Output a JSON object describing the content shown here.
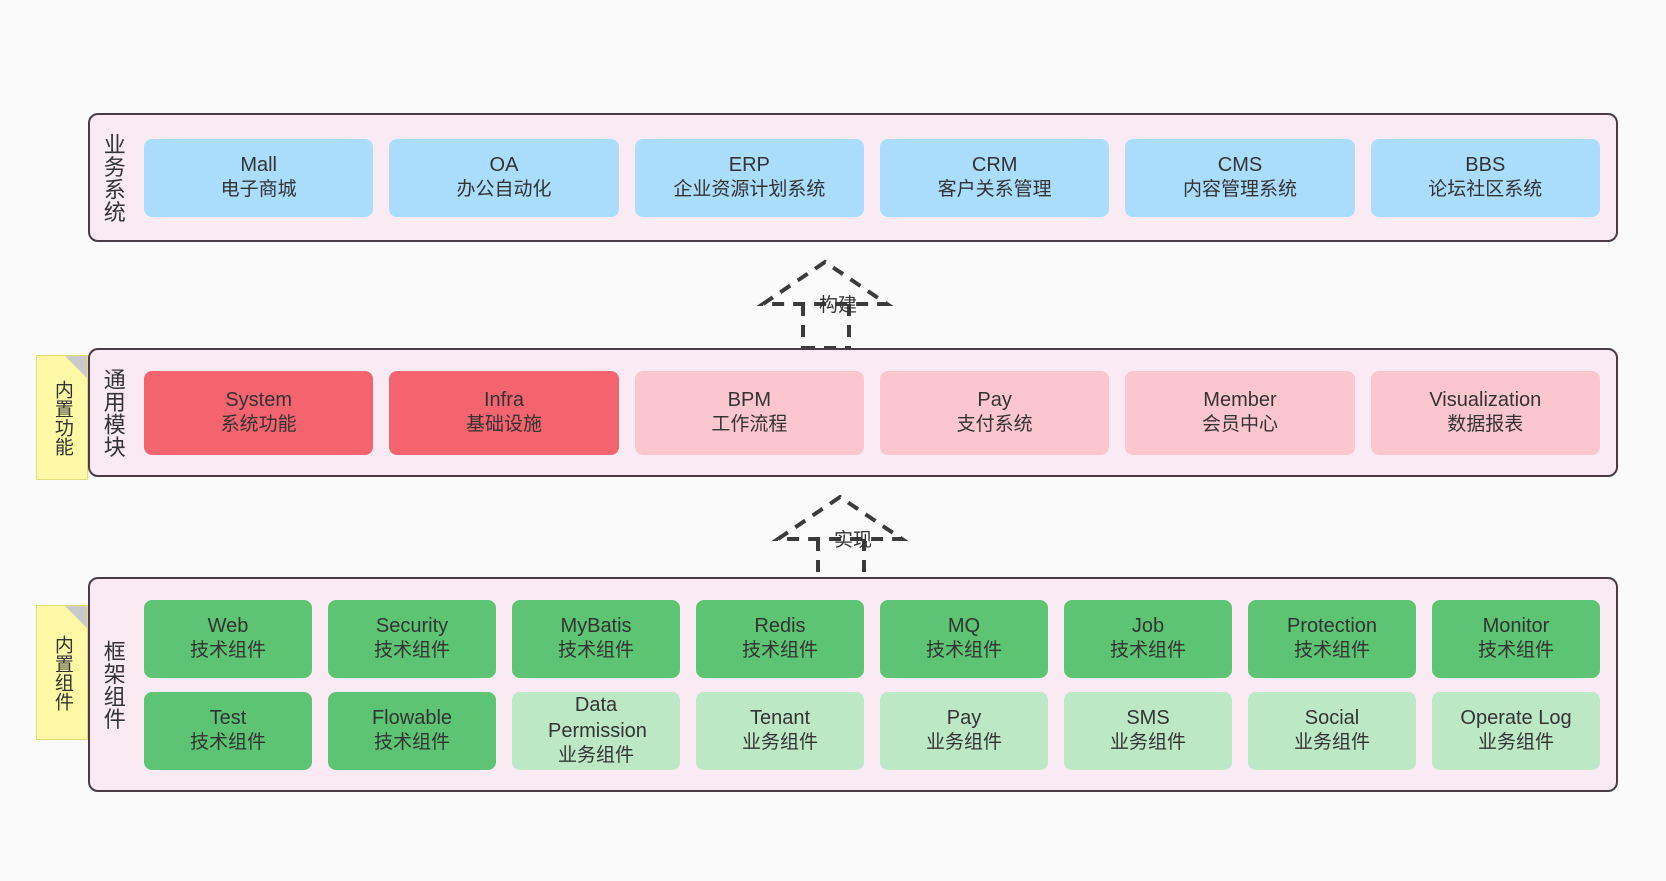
{
  "diagram": {
    "title": "",
    "colors": {
      "layer_bg": "#faeaf4",
      "layer_border": "#4a3b44",
      "blue": "#aadcfb",
      "red": "#f4646e",
      "pink": "#fcc6ce",
      "green": "#5cc472",
      "light_green": "#bce8c5",
      "sticky": "#fcf8a5",
      "page_bg": "#fafafa"
    }
  },
  "layers": [
    {
      "id": "business",
      "label": "业务系统",
      "rows": [
        {
          "nodes": [
            {
              "name": "Mall",
              "sub": "电子商城",
              "color": "blue"
            },
            {
              "name": "OA",
              "sub": "办公自动化",
              "color": "blue"
            },
            {
              "name": "ERP",
              "sub": "企业资源计划系统",
              "color": "blue"
            },
            {
              "name": "CRM",
              "sub": "客户关系管理",
              "color": "blue"
            },
            {
              "name": "CMS",
              "sub": "内容管理系统",
              "color": "blue"
            },
            {
              "name": "BBS",
              "sub": "论坛社区系统",
              "color": "blue"
            }
          ]
        }
      ]
    },
    {
      "id": "common-module",
      "label": "通用模块",
      "sticky": "内置功能",
      "rows": [
        {
          "nodes": [
            {
              "name": "System",
              "sub": "系统功能",
              "color": "red"
            },
            {
              "name": "Infra",
              "sub": "基础设施",
              "color": "red"
            },
            {
              "name": "BPM",
              "sub": "工作流程",
              "color": "pink"
            },
            {
              "name": "Pay",
              "sub": "支付系统",
              "color": "pink"
            },
            {
              "name": "Member",
              "sub": "会员中心",
              "color": "pink"
            },
            {
              "name": "Visualization",
              "sub": "数据报表",
              "color": "pink"
            }
          ]
        }
      ]
    },
    {
      "id": "framework-component",
      "label": "框架组件",
      "sticky": "内置组件",
      "rows": [
        {
          "nodes": [
            {
              "name": "Web",
              "sub": "技术组件",
              "color": "green"
            },
            {
              "name": "Security",
              "sub": "技术组件",
              "color": "green"
            },
            {
              "name": "MyBatis",
              "sub": "技术组件",
              "color": "green"
            },
            {
              "name": "Redis",
              "sub": "技术组件",
              "color": "green"
            },
            {
              "name": "MQ",
              "sub": "技术组件",
              "color": "green"
            },
            {
              "name": "Job",
              "sub": "技术组件",
              "color": "green"
            },
            {
              "name": "Protection",
              "sub": "技术组件",
              "color": "green"
            },
            {
              "name": "Monitor",
              "sub": "技术组件",
              "color": "green"
            }
          ]
        },
        {
          "nodes": [
            {
              "name": "Test",
              "sub": "技术组件",
              "color": "green"
            },
            {
              "name": "Flowable",
              "sub": "技术组件",
              "color": "green"
            },
            {
              "name": "Data Permission",
              "sub": "业务组件",
              "color": "light_green"
            },
            {
              "name": "Tenant",
              "sub": "业务组件",
              "color": "light_green"
            },
            {
              "name": "Pay",
              "sub": "业务组件",
              "color": "light_green"
            },
            {
              "name": "SMS",
              "sub": "业务组件",
              "color": "light_green"
            },
            {
              "name": "Social",
              "sub": "业务组件",
              "color": "light_green"
            },
            {
              "name": "Operate Log",
              "sub": "业务组件",
              "color": "light_green"
            }
          ]
        }
      ]
    }
  ],
  "connectors": [
    {
      "id": "build",
      "label": "构建",
      "from": "common-module",
      "to": "business",
      "style": "dashed-hollow-triangle-up"
    },
    {
      "id": "implement",
      "label": "实现",
      "from": "framework-component",
      "to": "common-module",
      "style": "dashed-hollow-triangle-up"
    }
  ]
}
